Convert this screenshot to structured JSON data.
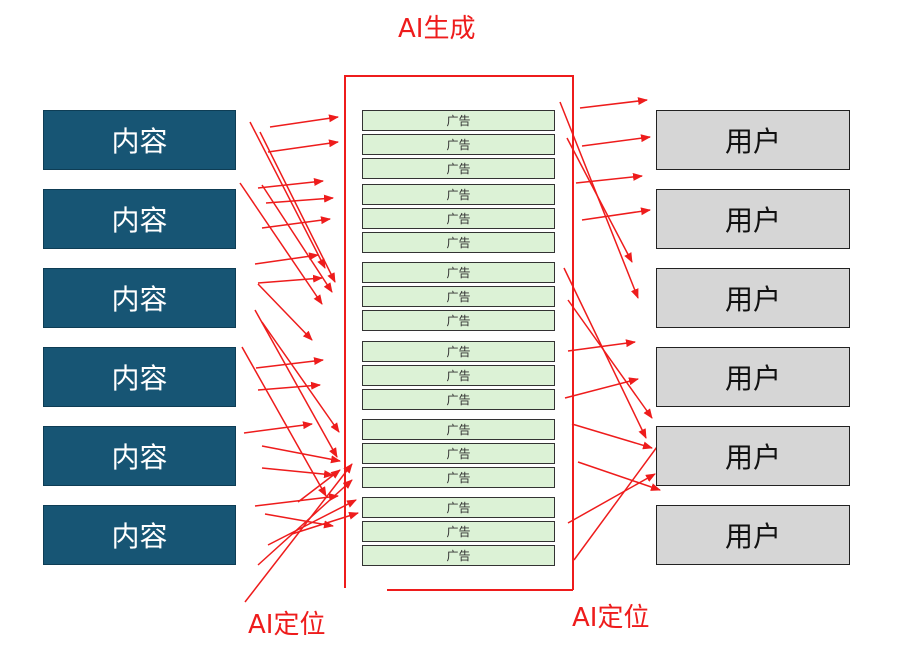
{
  "title": "AI生成",
  "content_label": "内容",
  "user_label": "用户",
  "ad_label": "广告",
  "content_count": 6,
  "user_count": 6,
  "ad_groups": 6,
  "ads_per_group": 3,
  "label_left": "AI定位",
  "label_right": "AI定位",
  "colors": {
    "content_fill": "#175574",
    "user_fill": "#d6d6d6",
    "ad_fill": "#dcf2d6",
    "arrow": "#ee1c1c"
  }
}
